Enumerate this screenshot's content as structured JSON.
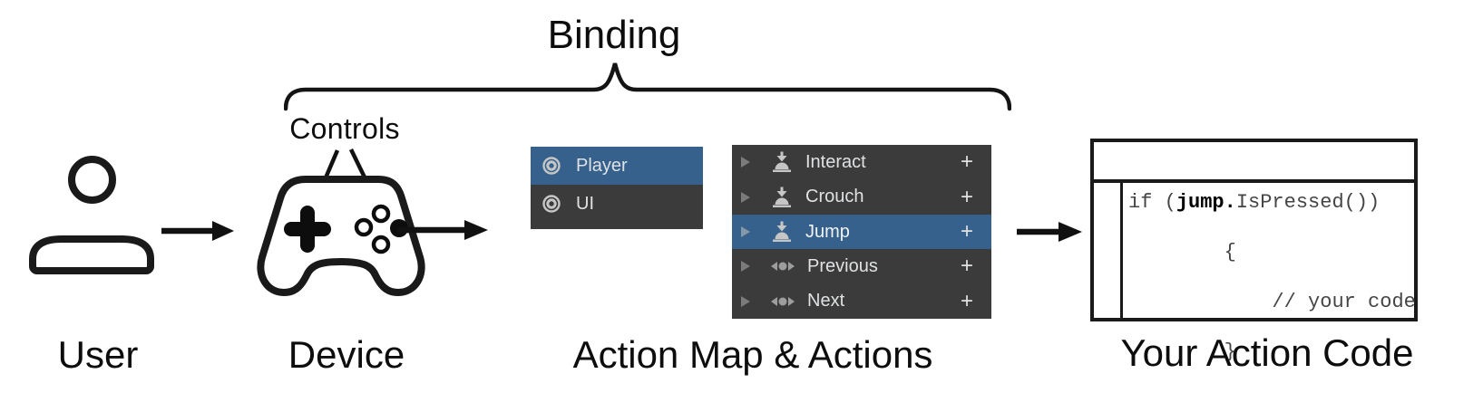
{
  "titles": {
    "binding": "Binding",
    "controls": "Controls"
  },
  "captions": {
    "user": "User",
    "device": "Device",
    "action_map": "Action Map & Actions",
    "action_code": "Your Action Code"
  },
  "action_maps_panel": {
    "rows": [
      {
        "label": "Player",
        "selected": true,
        "icon": "action-map-icon"
      },
      {
        "label": "UI",
        "selected": false,
        "icon": "action-map-icon"
      }
    ]
  },
  "actions_panel": {
    "add_button_label": "+",
    "rows": [
      {
        "label": "Interact",
        "selected": false,
        "icon": "button-press-icon"
      },
      {
        "label": "Crouch",
        "selected": false,
        "icon": "button-press-icon"
      },
      {
        "label": "Jump",
        "selected": true,
        "icon": "button-press-icon"
      },
      {
        "label": "Previous",
        "selected": false,
        "icon": "axis-icon"
      },
      {
        "label": "Next",
        "selected": false,
        "icon": "axis-icon"
      }
    ]
  },
  "code_window": {
    "line1_pre": "if (",
    "line1_bold": "jump.",
    "line1_post": "IsPressed())",
    "line2": "{",
    "line3": "    // your code",
    "line4": "}"
  },
  "colors": {
    "selection_blue": "#35618C",
    "panel_dark": "#3B3B3B",
    "panel_text": "#DFE1E3",
    "icon_gray": "#C6C6C6",
    "ink": "#111111"
  }
}
